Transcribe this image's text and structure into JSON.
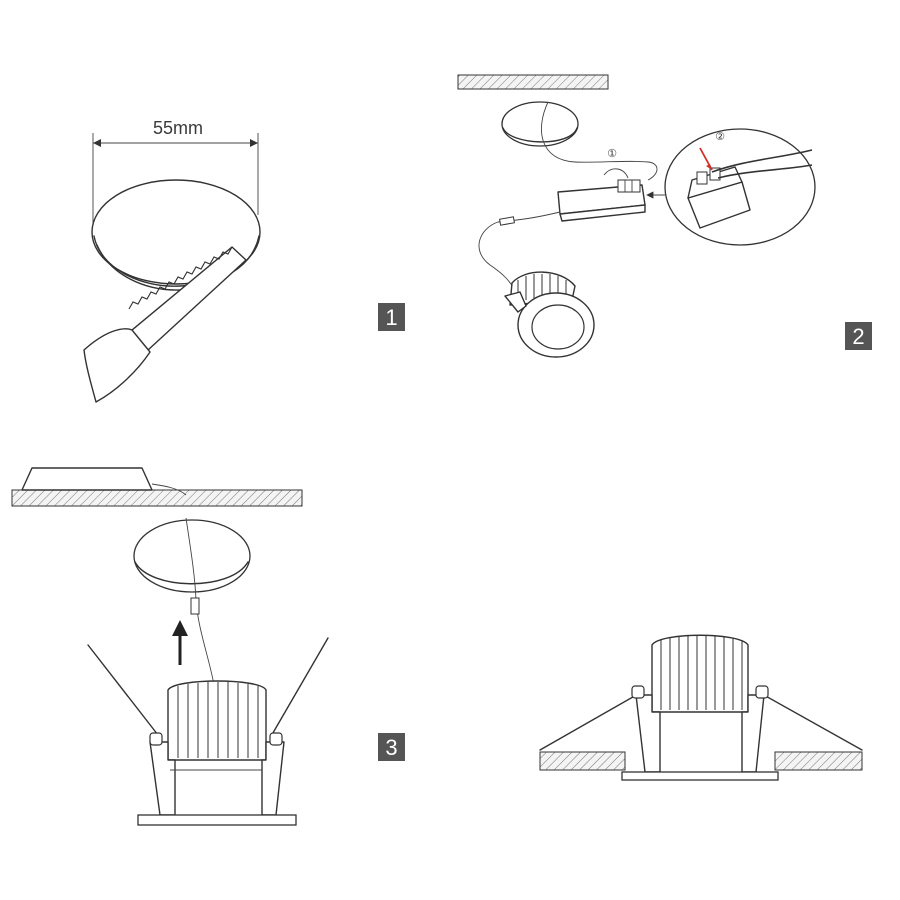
{
  "steps": [
    {
      "number": "1",
      "dimension": "55mm"
    },
    {
      "number": "2",
      "callout_1": "①",
      "callout_2": "②"
    },
    {
      "number": "3"
    }
  ],
  "colors": {
    "line": "#333333",
    "badge": "#555555",
    "wire_highlight": "#d0302a",
    "background": "#ffffff"
  }
}
